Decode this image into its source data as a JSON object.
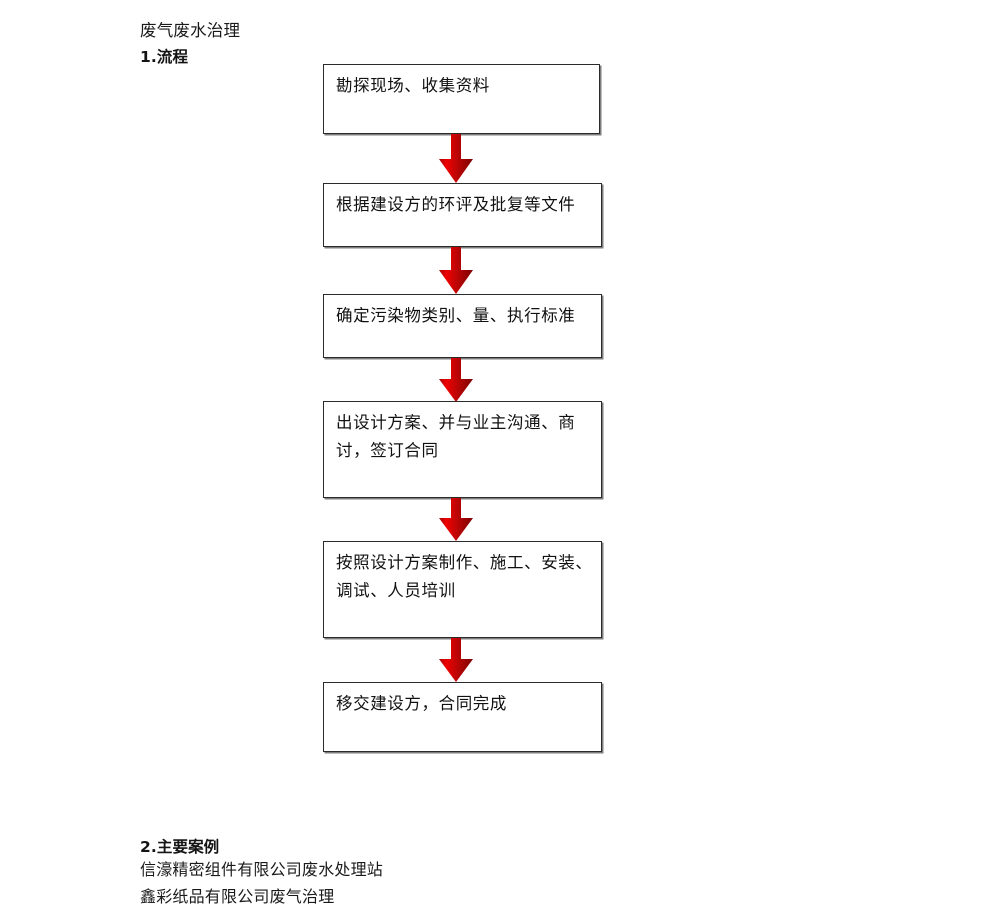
{
  "document": {
    "title": "废气废水治理",
    "background_color": "#ffffff"
  },
  "sections": {
    "flow": {
      "label": "1.流程"
    },
    "cases": {
      "label": "2.主要案例",
      "items": [
        "信濠精密组件有限公司废水处理站",
        "鑫彩纸品有限公司废气治理"
      ]
    }
  },
  "flowchart": {
    "type": "flow",
    "orientation": "vertical",
    "box_fill": "#ffffff",
    "box_border_color": "#2b2b2b",
    "arrow_color_light": "#e60000",
    "arrow_color_dark": "#8b0000",
    "steps": [
      {
        "id": "step-1",
        "text": "勘探现场、收集资料"
      },
      {
        "id": "step-2",
        "text": "根据建设方的环评及批复等文件"
      },
      {
        "id": "step-3",
        "text": "确定污染物类别、量、执行标准"
      },
      {
        "id": "step-4",
        "text": "出设计方案、并与业主沟通、商讨，签订合同"
      },
      {
        "id": "step-5",
        "text": "按照设计方案制作、施工、安装、调试、人员培训"
      },
      {
        "id": "step-6",
        "text": "移交建设方，合同完成"
      }
    ],
    "connector_count": 5
  }
}
